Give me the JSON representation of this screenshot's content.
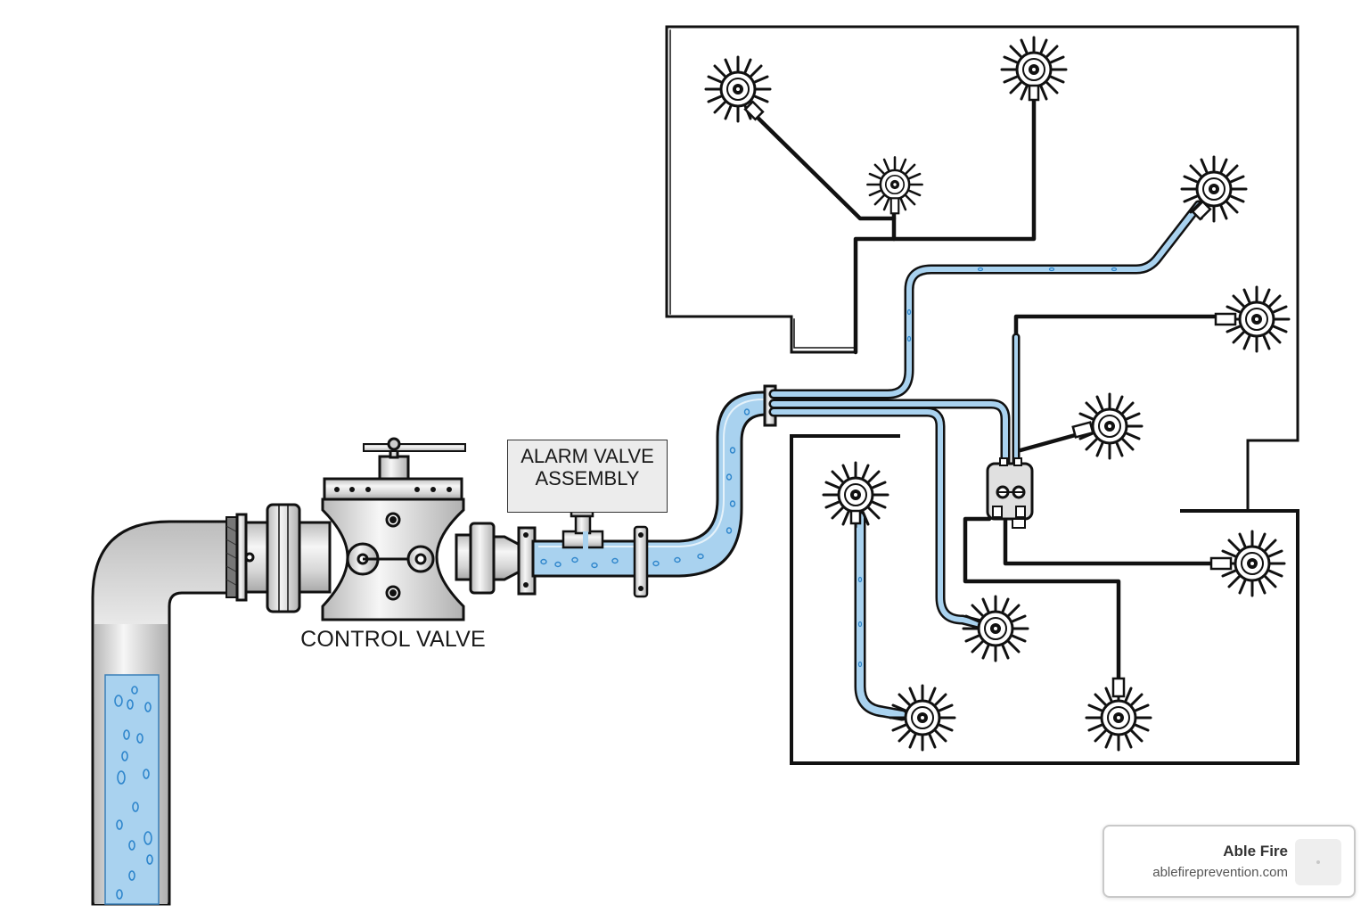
{
  "labels": {
    "control_valve": "CONTROL VALVE",
    "alarm_valve_line1": "ALARM VALVE",
    "alarm_valve_line2": "ASSEMBLY"
  },
  "badge": {
    "name": "Able Fire",
    "url": "ablefireprevention.com"
  },
  "colors": {
    "water": "#a9d2ef",
    "water_drop": "#2f86cc",
    "pipe_steel": "#dcdcdc",
    "outline": "#111111"
  },
  "icons": {
    "sprinkler": "sprinkler-head-icon",
    "valve": "valve-icon"
  }
}
